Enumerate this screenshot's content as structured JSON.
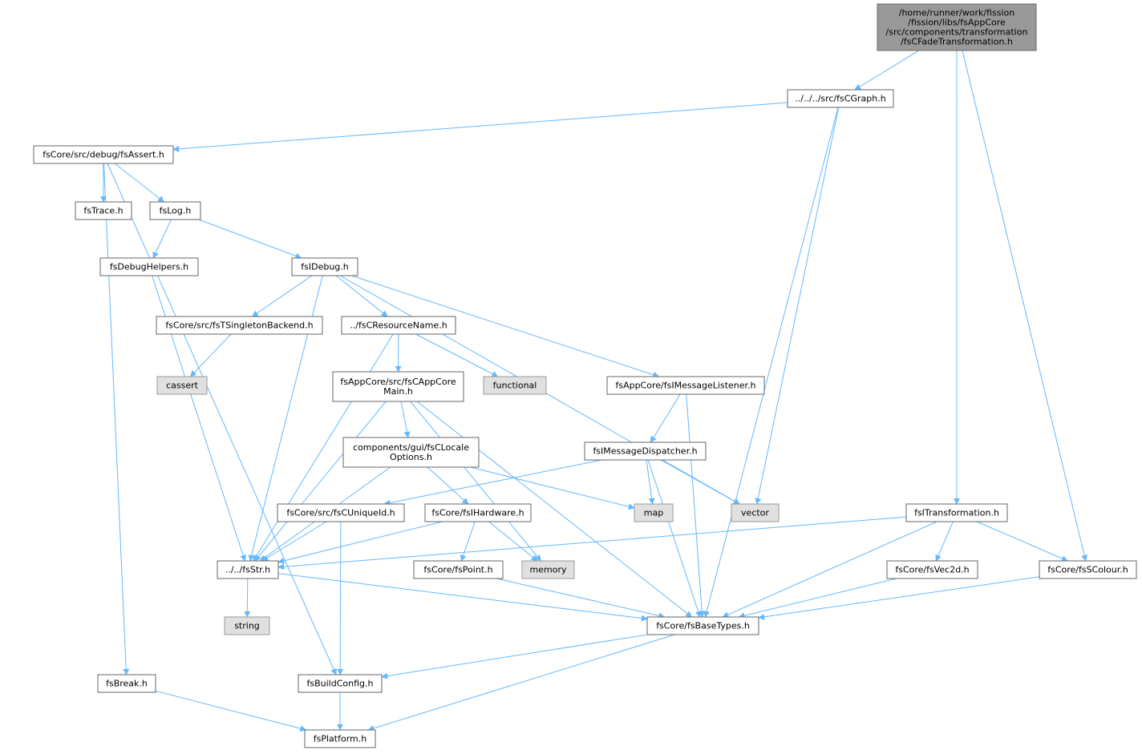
{
  "colors": {
    "edge": "#63b8ff",
    "node_border": "#666666",
    "node_fill": "#ffffff",
    "root_fill": "#999999",
    "system_fill": "#e0e0e0",
    "system_border": "#999999"
  },
  "nodes": [
    {
      "id": "root",
      "kind": "root",
      "lines": [
        "/home/runner/work/fission",
        "/fission/libs/fsAppCore",
        "/src/components/transformation",
        "/fsCFadeTransformation.h"
      ]
    },
    {
      "id": "cgraph",
      "kind": "file",
      "lines": [
        "../../../src/fsCGraph.h"
      ]
    },
    {
      "id": "assert",
      "kind": "file",
      "lines": [
        "fsCore/src/debug/fsAssert.h"
      ]
    },
    {
      "id": "trace",
      "kind": "file",
      "lines": [
        "fsTrace.h"
      ]
    },
    {
      "id": "log",
      "kind": "file",
      "lines": [
        "fsLog.h"
      ]
    },
    {
      "id": "debughelpers",
      "kind": "file",
      "lines": [
        "fsDebugHelpers.h"
      ]
    },
    {
      "id": "idebug",
      "kind": "file",
      "lines": [
        "fsIDebug.h"
      ]
    },
    {
      "id": "singleton",
      "kind": "file",
      "lines": [
        "fsCore/src/fsTSingletonBackend.h"
      ]
    },
    {
      "id": "resname",
      "kind": "file",
      "lines": [
        "../fsCResourceName.h"
      ]
    },
    {
      "id": "cassert",
      "kind": "system",
      "lines": [
        "cassert"
      ]
    },
    {
      "id": "appcoremain",
      "kind": "file",
      "lines": [
        "fsAppCore/src/fsCAppCore",
        "Main.h"
      ]
    },
    {
      "id": "functional",
      "kind": "system",
      "lines": [
        "functional"
      ]
    },
    {
      "id": "msglistener",
      "kind": "file",
      "lines": [
        "fsAppCore/fsIMessageListener.h"
      ]
    },
    {
      "id": "clocale",
      "kind": "file",
      "lines": [
        "components/gui/fsCLocale",
        "Options.h"
      ]
    },
    {
      "id": "msgdispatcher",
      "kind": "file",
      "lines": [
        "fsIMessageDispatcher.h"
      ]
    },
    {
      "id": "uniqueid",
      "kind": "file",
      "lines": [
        "fsCore/src/fsCUniqueId.h"
      ]
    },
    {
      "id": "ihardware",
      "kind": "file",
      "lines": [
        "fsCore/fsIHardware.h"
      ]
    },
    {
      "id": "map",
      "kind": "system",
      "lines": [
        "map"
      ]
    },
    {
      "id": "vector",
      "kind": "system",
      "lines": [
        "vector"
      ]
    },
    {
      "id": "itransform",
      "kind": "file",
      "lines": [
        "fsITransformation.h"
      ]
    },
    {
      "id": "str",
      "kind": "file",
      "lines": [
        "../../fsStr.h"
      ]
    },
    {
      "id": "point",
      "kind": "file",
      "lines": [
        "fsCore/fsPoint.h"
      ]
    },
    {
      "id": "memory",
      "kind": "system",
      "lines": [
        "memory"
      ]
    },
    {
      "id": "vec2d",
      "kind": "file",
      "lines": [
        "fsCore/fsVec2d.h"
      ]
    },
    {
      "id": "scolour",
      "kind": "file",
      "lines": [
        "fsCore/fsSColour.h"
      ]
    },
    {
      "id": "string",
      "kind": "system",
      "lines": [
        "string"
      ]
    },
    {
      "id": "basetypes",
      "kind": "file",
      "lines": [
        "fsCore/fsBaseTypes.h"
      ]
    },
    {
      "id": "break",
      "kind": "file",
      "lines": [
        "fsBreak.h"
      ]
    },
    {
      "id": "buildconfig",
      "kind": "file",
      "lines": [
        "fsBuildConfig.h"
      ]
    },
    {
      "id": "platform",
      "kind": "file",
      "lines": [
        "fsPlatform.h"
      ]
    }
  ],
  "edges": [
    [
      "root",
      "cgraph"
    ],
    [
      "root",
      "itransform"
    ],
    [
      "root",
      "scolour"
    ],
    [
      "cgraph",
      "assert"
    ],
    [
      "cgraph",
      "vector"
    ],
    [
      "cgraph",
      "basetypes"
    ],
    [
      "assert",
      "trace"
    ],
    [
      "assert",
      "log"
    ],
    [
      "assert",
      "break"
    ],
    [
      "assert",
      "buildconfig"
    ],
    [
      "log",
      "debughelpers"
    ],
    [
      "log",
      "idebug"
    ],
    [
      "debughelpers",
      "str"
    ],
    [
      "idebug",
      "singleton"
    ],
    [
      "idebug",
      "resname"
    ],
    [
      "idebug",
      "msglistener"
    ],
    [
      "idebug",
      "vector"
    ],
    [
      "idebug",
      "str"
    ],
    [
      "singleton",
      "cassert"
    ],
    [
      "resname",
      "appcoremain"
    ],
    [
      "resname",
      "functional"
    ],
    [
      "resname",
      "str"
    ],
    [
      "appcoremain",
      "clocale"
    ],
    [
      "appcoremain",
      "str"
    ],
    [
      "appcoremain",
      "memory"
    ],
    [
      "appcoremain",
      "basetypes"
    ],
    [
      "msglistener",
      "msgdispatcher"
    ],
    [
      "msglistener",
      "basetypes"
    ],
    [
      "msgdispatcher",
      "uniqueid"
    ],
    [
      "msgdispatcher",
      "map"
    ],
    [
      "msgdispatcher",
      "vector"
    ],
    [
      "msgdispatcher",
      "basetypes"
    ],
    [
      "clocale",
      "ihardware"
    ],
    [
      "clocale",
      "map"
    ],
    [
      "clocale",
      "str"
    ],
    [
      "uniqueid",
      "str"
    ],
    [
      "uniqueid",
      "buildconfig"
    ],
    [
      "ihardware",
      "str"
    ],
    [
      "ihardware",
      "point"
    ],
    [
      "ihardware",
      "memory"
    ],
    [
      "itransform",
      "str"
    ],
    [
      "itransform",
      "vec2d"
    ],
    [
      "itransform",
      "scolour"
    ],
    [
      "itransform",
      "basetypes"
    ],
    [
      "str",
      "string"
    ],
    [
      "str",
      "basetypes"
    ],
    [
      "point",
      "basetypes"
    ],
    [
      "vec2d",
      "basetypes"
    ],
    [
      "scolour",
      "basetypes"
    ],
    [
      "basetypes",
      "buildconfig"
    ],
    [
      "basetypes",
      "platform"
    ],
    [
      "break",
      "platform"
    ],
    [
      "buildconfig",
      "platform"
    ]
  ]
}
